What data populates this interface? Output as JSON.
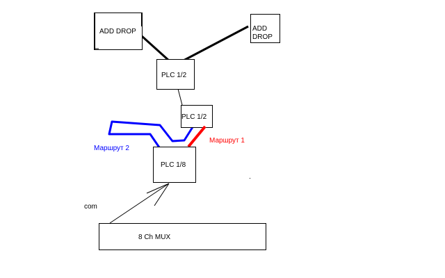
{
  "nodes": {
    "add_drop_left": "ADD DROP",
    "add_drop_right_line1": "ADD",
    "add_drop_right_line2": "DROP",
    "plc_top": "PLC 1/2",
    "plc_middle": "PLC 1/2",
    "plc_bottom": "PLC 1/8",
    "mux": "8 Ch MUX"
  },
  "labels": {
    "route1": "Маршрут 1",
    "route2": "Маршрут 2",
    "com": "com"
  },
  "colors": {
    "route1": "#ff0000",
    "route2": "#0000ff",
    "line": "#000000"
  }
}
